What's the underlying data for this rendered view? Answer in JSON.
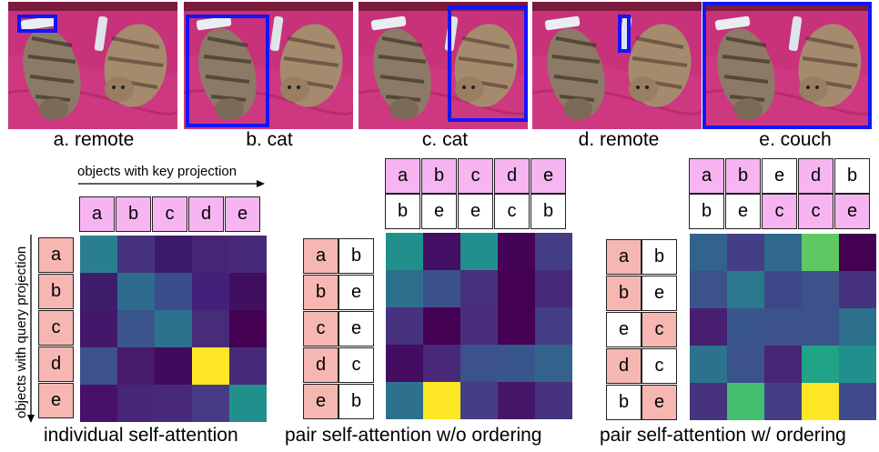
{
  "images": [
    {
      "caption": "a. remote"
    },
    {
      "caption": "b. cat"
    },
    {
      "caption": "c. cat"
    },
    {
      "caption": "d. remote"
    },
    {
      "caption": "e. couch"
    }
  ],
  "axis": {
    "key_label": "objects with key projection",
    "query_label": "objects with query projection"
  },
  "panels": [
    {
      "caption": "individual self-attention",
      "top_row": [
        "a",
        "b",
        "c",
        "d",
        "e"
      ],
      "left_col": [
        "a",
        "b",
        "c",
        "d",
        "e"
      ]
    },
    {
      "caption": "pair self-attention w/o ordering",
      "top_rows": [
        [
          "a",
          "b",
          "c",
          "d",
          "e"
        ],
        [
          "b",
          "e",
          "e",
          "c",
          "b"
        ]
      ],
      "left_cols": [
        [
          "a",
          "b",
          "c",
          "d",
          "e"
        ],
        [
          "b",
          "e",
          "e",
          "c",
          "b"
        ]
      ]
    },
    {
      "caption": "pair self-attention w/ ordering",
      "top_rows": [
        [
          "a",
          "b",
          "e",
          "d",
          "b"
        ],
        [
          "b",
          "e",
          "c",
          "c",
          "e"
        ]
      ],
      "left_cols": [
        [
          "a",
          "b",
          "e",
          "d",
          "b"
        ],
        [
          "b",
          "e",
          "c",
          "c",
          "e"
        ]
      ]
    }
  ],
  "colors": {
    "pink": "#f6b5f0",
    "salmon": "#f6b7b2",
    "box_blue": "#1414ff",
    "couch": "#c42f73"
  },
  "heatmaps": [
    [
      [
        "#2a7f8e",
        "#46327e",
        "#3e1a6d",
        "#482475",
        "#462a79"
      ],
      [
        "#3e1e6b",
        "#2f6b8e",
        "#3b4e8b",
        "#44207a",
        "#410f60"
      ],
      [
        "#42186a",
        "#3a548c",
        "#2c728e",
        "#472c7a",
        "#440154"
      ],
      [
        "#3b528b",
        "#471a6a",
        "#410a5c",
        "#fde725",
        "#472a7a"
      ],
      [
        "#46106b",
        "#482677",
        "#482979",
        "#463b84",
        "#21908d"
      ]
    ],
    [
      [
        "#21908d",
        "#440f64",
        "#21908d",
        "#440356",
        "#433e85"
      ],
      [
        "#2d708e",
        "#3b518b",
        "#46307e",
        "#440154",
        "#462a79"
      ],
      [
        "#46327e",
        "#440154",
        "#472d7b",
        "#440154",
        "#433e85"
      ],
      [
        "#440d62",
        "#482979",
        "#3b528b",
        "#39568c",
        "#33638d"
      ],
      [
        "#2d718e",
        "#fde725",
        "#433e85",
        "#481668",
        "#46327e"
      ]
    ],
    [
      [
        "#33638d",
        "#433e85",
        "#31688e",
        "#5ec962",
        "#440154"
      ],
      [
        "#3b528b",
        "#2a788e",
        "#3f4788",
        "#3b528b",
        "#46327e"
      ],
      [
        "#481f70",
        "#39568c",
        "#3b528b",
        "#3b528b",
        "#2d708e"
      ],
      [
        "#2c728e",
        "#3b528b",
        "#482475",
        "#20a386",
        "#21908d"
      ],
      [
        "#46327e",
        "#44bf70",
        "#433e85",
        "#fde725",
        "#3e4a89"
      ]
    ]
  ]
}
